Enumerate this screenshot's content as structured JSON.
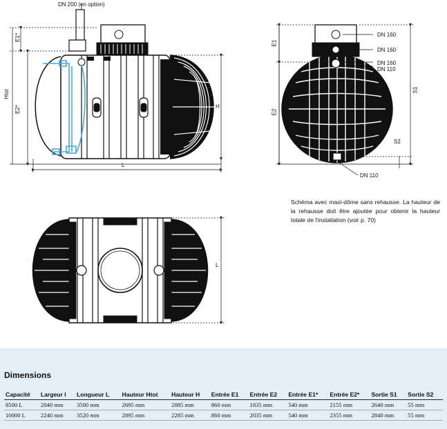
{
  "diagram": {
    "side_view": {
      "dn200_label": "DN 200 (en option)",
      "e1_star": "E1*",
      "e2_star": "E2*",
      "htot_label": "Htot",
      "h_label": "H",
      "l_label": "L"
    },
    "front_view": {
      "dn160_a": "DN 160",
      "dn160_b": "DN 160",
      "dn160_c": "DN 160",
      "dn110_top": "DN 110",
      "dn110_bottom": "DN 110",
      "e1_label": "E1",
      "e2_label": "E2",
      "s1_label": "S1",
      "s2_label": "S2"
    },
    "top_view": {
      "l_label": "L"
    },
    "caption": "Schéma avec maxi-dôme sans rehausse. La hauteur de la rehausse doit être ajoutée pour obtenir la hauteur totale de l'installation (voir p. 70)"
  },
  "dimensions": {
    "title": "Dimensions",
    "headers": [
      "Capacité",
      "Largeur l",
      "Longueur L",
      "Hauteur Htot",
      "Hauteur H",
      "Entrée E1",
      "Entrée E2",
      "Entrée E1*",
      "Entrée E2*",
      "Sortie S1",
      "Sortie S2"
    ],
    "rows": [
      [
        "8500 L",
        "2040 mm",
        "3500 mm",
        "2695 mm",
        "2085 mm",
        "860 mm",
        "1835 mm",
        "540 mm",
        "2155 mm",
        "2640 mm",
        "55 mm"
      ],
      [
        "10000 L",
        "2240 mm",
        "3520 mm",
        "2895 mm",
        "2285 mm",
        "860 mm",
        "2035 mm",
        "540 mm",
        "2355 mm",
        "2840 mm",
        "55 mm"
      ]
    ]
  },
  "colors": {
    "pipe_blue": "#4aa8d8",
    "band_bg": "#e3eef6"
  }
}
